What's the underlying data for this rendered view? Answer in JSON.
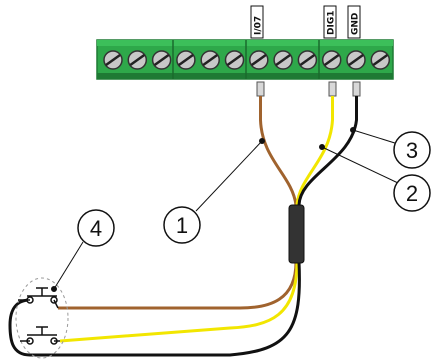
{
  "terminal_block": {
    "labels": [
      {
        "id": "io7",
        "text": "I/07"
      },
      {
        "id": "dig1",
        "text": "DIG1"
      },
      {
        "id": "gnd",
        "text": "GND"
      }
    ],
    "screw_count": 12,
    "module_count": 4
  },
  "callouts": [
    {
      "id": "1",
      "text": "1"
    },
    {
      "id": "2",
      "text": "2"
    },
    {
      "id": "3",
      "text": "3"
    },
    {
      "id": "4",
      "text": "4"
    }
  ],
  "wires": [
    {
      "id": "brown",
      "color": "#a0632e"
    },
    {
      "id": "yellow",
      "color": "#f2e600"
    },
    {
      "id": "black",
      "color": "#111111"
    }
  ],
  "colors": {
    "terminal_green": "#2ea84a",
    "terminal_dark": "#1e7a34",
    "screw_gray": "#c8c8c8",
    "sleeve": "#333333"
  },
  "icons": [
    "screw-icon",
    "pushbutton-icon"
  ]
}
